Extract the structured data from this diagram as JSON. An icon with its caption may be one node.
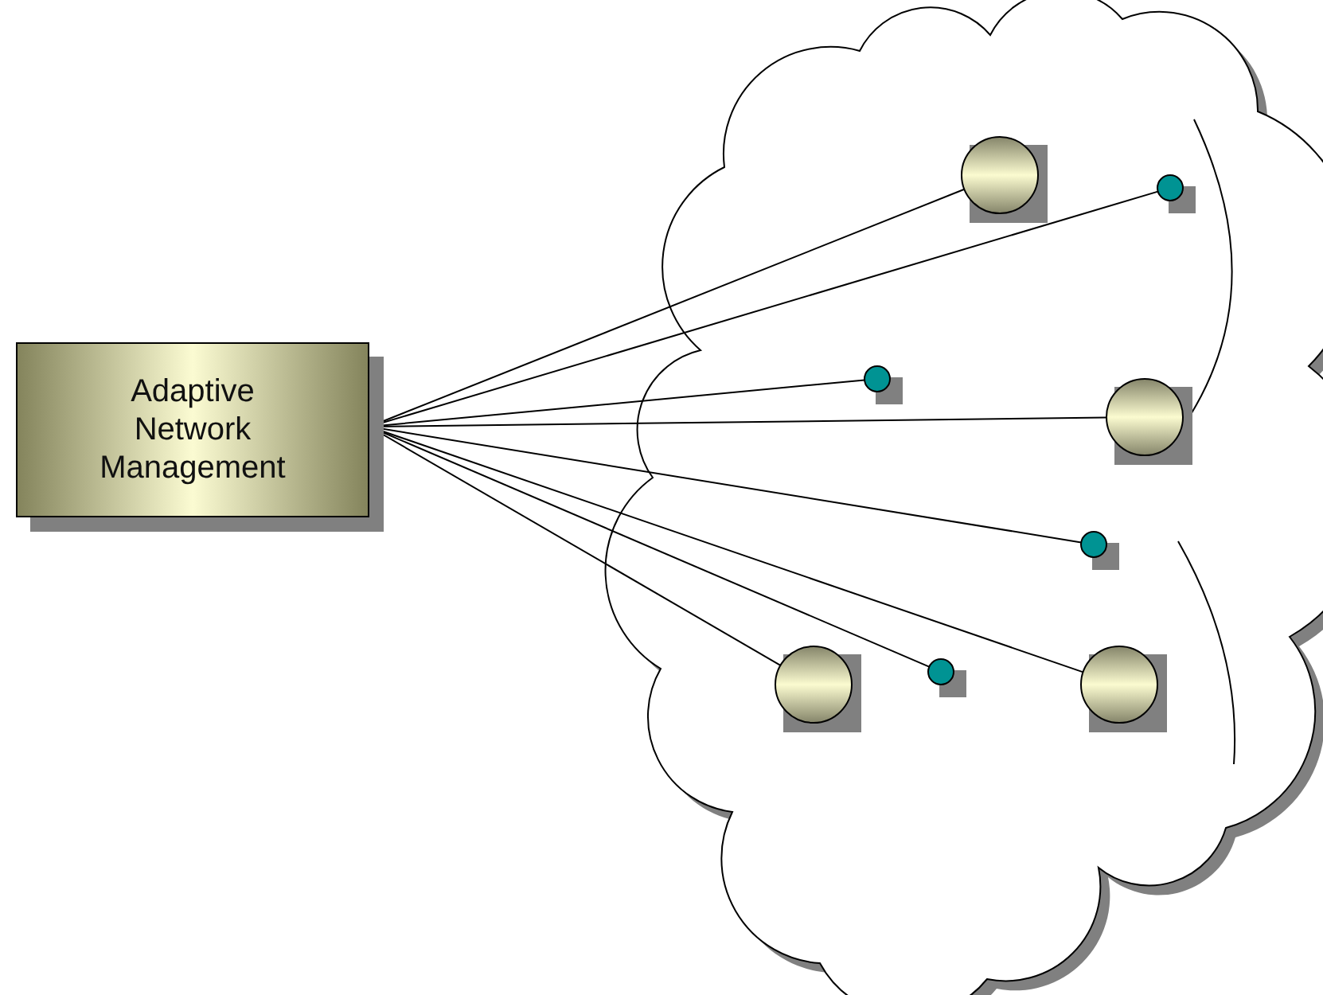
{
  "diagram": {
    "nodes": [
      {
        "text": [
          "Adaptive Network Management"
        ]
      },
      {
        "text": [],
        "shape": "cloud"
      },
      {
        "text": [],
        "shape": "circle",
        "in": 1
      },
      {
        "text": [],
        "shape": "circle",
        "in": 1
      },
      {
        "text": [],
        "shape": "circle",
        "in": 1
      },
      {
        "text": [],
        "shape": "circle",
        "in": 1
      },
      {
        "text": [],
        "shape": "circle",
        "in": 1
      },
      {
        "text": [],
        "shape": "circle",
        "in": 1
      },
      {
        "text": [],
        "shape": "circle",
        "in": 1
      },
      {
        "text": [],
        "shape": "circle",
        "in": 1
      }
    ],
    "edges": [
      {
        "from": 0,
        "to": 2,
        "arrow": "none"
      },
      {
        "from": 0,
        "to": 3,
        "arrow": "none"
      },
      {
        "from": 0,
        "to": 4,
        "arrow": "none"
      },
      {
        "from": 0,
        "to": 5,
        "arrow": "none"
      },
      {
        "from": 0,
        "to": 6,
        "arrow": "none"
      },
      {
        "from": 0,
        "to": 7,
        "arrow": "none"
      },
      {
        "from": 0,
        "to": 8,
        "arrow": "none"
      },
      {
        "from": 0,
        "to": 9,
        "arrow": "none"
      }
    ]
  }
}
